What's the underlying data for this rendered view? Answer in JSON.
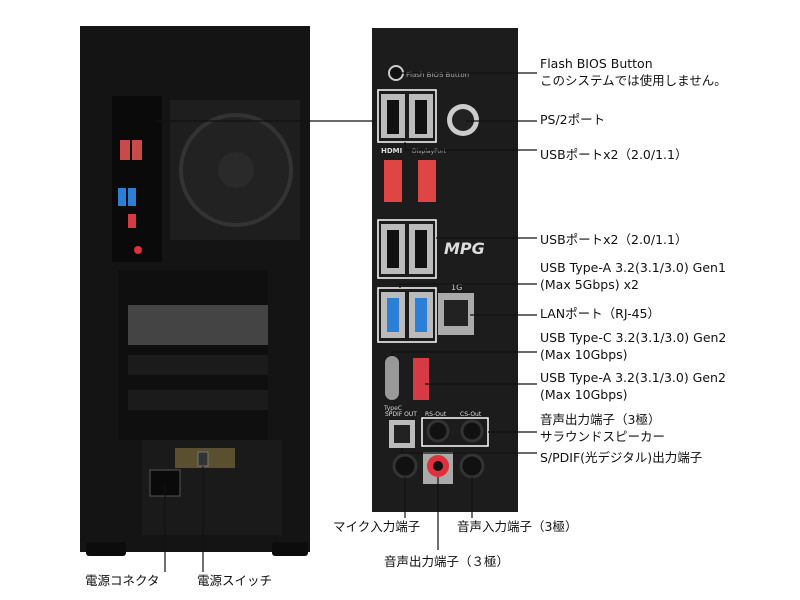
{
  "labels": {
    "flash_bios": "Flash BIOS Button",
    "flash_bios_note": "このシステムでは使用しません。",
    "ps2": "PS/2ポート",
    "usb2_top": "USBポートx2（2.0/1.1）",
    "usb2_mid": "USBポートx2（2.0/1.1）",
    "usb_gen1_line1": "USB Type-A 3.2(3.1/3.0) Gen1",
    "usb_gen1_line2": "(Max 5Gbps) x2",
    "lan": "LANポート（RJ-45）",
    "typec_line1": "USB Type-C 3.2(3.1/3.0) Gen2",
    "typec_line2": "(Max 10Gbps)",
    "usb_gen2_line1": "USB Type-A 3.2(3.1/3.0) Gen2",
    "usb_gen2_line2": "(Max 10Gbps)",
    "surround_line1": "音声出力端子（3極）",
    "surround_line2": "サラウンドスピーカー",
    "spdif": "S/PDIF(光デジタル)出力端子",
    "mic": "マイク入力端子",
    "line_in": "音声入力端子（3極）",
    "line_out": "音声出力端子（３極）",
    "power_connector": "電源コネクタ",
    "power_switch": "電源スイッチ"
  },
  "panel_print": {
    "flash_bios": "Flash BIOS Button",
    "hdmi": "HDMI",
    "displayport": "DisplayPort",
    "brand": "MPG",
    "lan_speed": "1G",
    "typec": "TypeC",
    "spdif_out": "SPDIF OUT",
    "rs_out": "RS-Out",
    "cs_out": "CS-Out"
  },
  "colors": {
    "case": "#161616",
    "panel": "#1c1c1c",
    "usb3": "#2a7fd6",
    "usb_gen2": "#d63a45",
    "line_out": "#e0303c"
  }
}
